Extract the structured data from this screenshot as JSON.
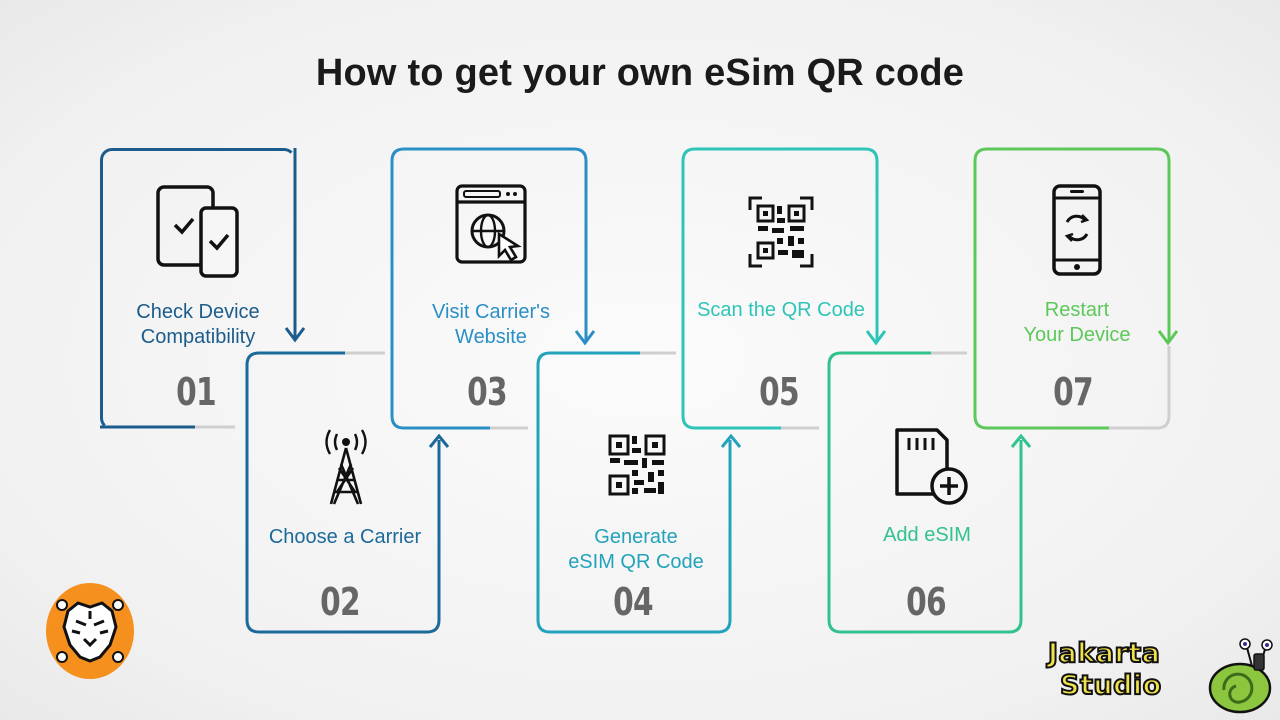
{
  "title": "How to get your own eSim QR code",
  "steps": [
    {
      "num": "01",
      "label_line1": "Check Device",
      "label_line2": "Compatibility",
      "color": "#1b5c8c",
      "icon": "devices-check-icon"
    },
    {
      "num": "02",
      "label_line1": "Choose a Carrier",
      "label_line2": "",
      "color": "#1c6a9a",
      "icon": "cell-tower-icon"
    },
    {
      "num": "03",
      "label_line1": "Visit Carrier's",
      "label_line2": "Website",
      "color": "#2a8fc6",
      "icon": "browser-globe-icon"
    },
    {
      "num": "04",
      "label_line1": "Generate",
      "label_line2": "eSIM QR Code",
      "color": "#23a2bb",
      "icon": "qr-code-icon"
    },
    {
      "num": "05",
      "label_line1": "Scan the QR Code",
      "label_line2": "",
      "color": "#2ec4b8",
      "icon": "qr-scan-icon"
    },
    {
      "num": "06",
      "label_line1": "Add eSIM",
      "label_line2": "",
      "color": "#32c28d",
      "icon": "sim-add-icon"
    },
    {
      "num": "07",
      "label_line1": "Restart",
      "label_line2": "Your Device",
      "color": "#5dc85a",
      "icon": "phone-restart-icon"
    }
  ],
  "watermark": {
    "line1": "Jakarta",
    "line2": "Studio"
  }
}
